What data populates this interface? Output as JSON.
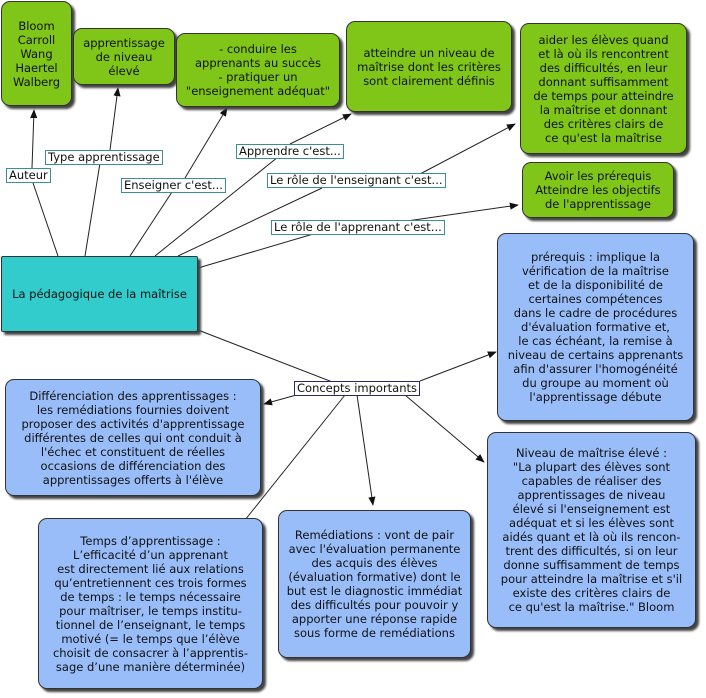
{
  "central": {
    "label": "La pédagogique de la maîtrise"
  },
  "link_labels": {
    "auteur": "Auteur",
    "type_apprentissage": "Type apprentissage",
    "enseigner": "Enseigner c'est...",
    "apprendre": "Apprendre c'est...",
    "role_enseignant": "Le rôle de l'enseignant c'est...",
    "role_apprenant": "Le rôle de l'apprenant c'est...",
    "concepts": "Concepts importants"
  },
  "nodes": {
    "auteurs": "Bloom\nCarroll\nWang\nHaertel\nWalberg",
    "type": "apprentissage\nde niveau\nélevé",
    "enseigner": "- conduire les\napprenants au succès\n- pratiquer un\n\"enseignement adéquat\"",
    "apprendre": "atteindre un niveau de\nmaîtrise dont les critères\nsont clairement définis",
    "role_enseignant": "aider les élèves quand\net là où ils rencontrent\ndes difficultés, en leur\ndonnant suffisamment\nde temps pour atteindre\nla maîtrise et donnant\ndes critères clairs de\nce qu'est la maîtrise",
    "role_apprenant": "Avoir les prérequis\nAtteindre les objectifs\nde l'apprentissage",
    "prerequis": "prérequis : implique la\nvérification de la maîtrise\net de la disponibilité de\ncertaines compétences\ndans le cadre de procédures\nd'évaluation formative et,\nle cas échéant, la remise à\nniveau de certains apprenants\nafin d'assurer l'homogénéité\ndu groupe au moment où\nl'apprentissage débute",
    "differenciation": "Différenciation des apprentissages :\nles remédiations fournies doivent\nproposer des activités d'apprentissage\ndifférentes de celles qui ont conduit à\nl'échec et constituent de réelles\noccasions de différenciation des\napprentissages offerts à l'élève",
    "niveau": "Niveau de maîtrise  élevé :\n\"La plupart des élèves sont\ncapables de réaliser des\napprentissages de niveau\nélevé si l'enseignement est\nadéquat et si les élèves sont\naidés quant et là où ils rencon-\ntrent des difficultés, si on leur\ndonne suffisamment de temps\npour atteindre la maîtrise et s'il\nexiste des critères clairs de\nce qu'est la maîtrise.\" Bloom",
    "remediations": "Remédiations : vont de pair\navec l'évaluation permanente\ndes acquis des élèves\n(évaluation formative) dont le\nbut est le diagnostic immédiat\ndes difficultés pour pouvoir y\napporter une réponse rapide\nsous forme de remédiations",
    "temps": "Temps d’apprentissage :\nL’efficacité d’un apprenant\nest directement lié aux relations\nqu’entretiennent ces trois formes\nde temps : le temps nécessaire\npour maîtriser, le temps institu-\ntionnel de l’enseignant, le temps\nmotivé (= le temps que l’élève\nchoisit de consacrer à l’apprentis-\nsage d’une manière déterminée)"
  },
  "colors": {
    "green": "#7fc619",
    "blue": "#99bdf9",
    "teal": "#33cccc",
    "line": "#222222"
  }
}
